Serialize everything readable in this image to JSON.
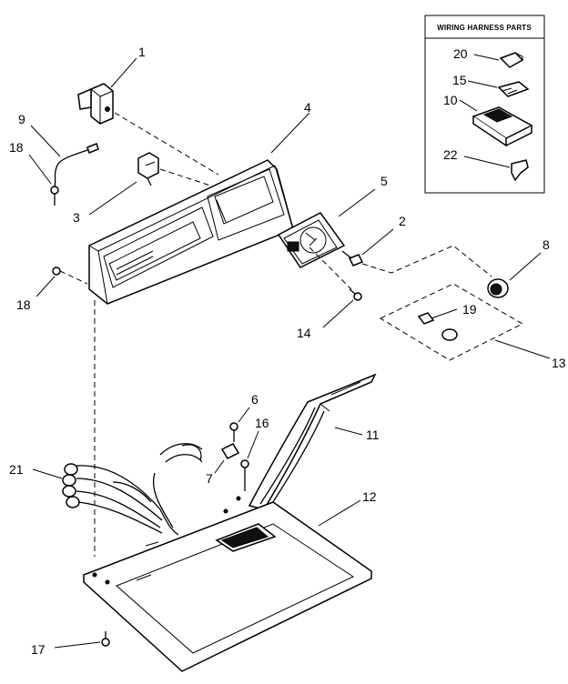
{
  "inset": {
    "title": "WIRING HARNESS PARTS"
  },
  "callouts": {
    "c1": "1",
    "c2": "2",
    "c3": "3",
    "c4": "4",
    "c5": "5",
    "c6": "6",
    "c7": "7",
    "c8": "8",
    "c9": "9",
    "c10": "10",
    "c11": "11",
    "c12": "12",
    "c13": "13",
    "c14": "14",
    "c15": "15",
    "c16": "16",
    "c17": "17",
    "c18a": "18",
    "c18b": "18",
    "c19": "19",
    "c20": "20",
    "c21": "21",
    "c22": "22"
  }
}
